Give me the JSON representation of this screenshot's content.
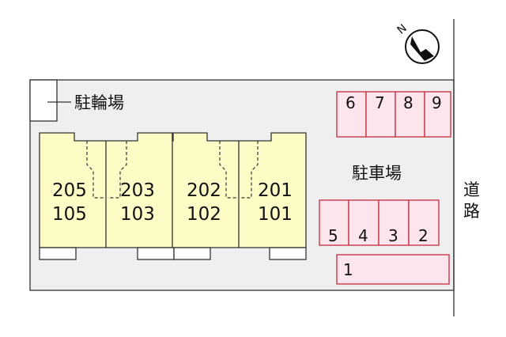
{
  "compass": {
    "north_label": "N"
  },
  "bicycle_parking": {
    "label": "駐輪場"
  },
  "car_parking": {
    "label": "駐車場"
  },
  "road": {
    "label_line1": "道",
    "label_line2": "路"
  },
  "units": [
    {
      "upper": "205",
      "lower": "105"
    },
    {
      "upper": "203",
      "lower": "103"
    },
    {
      "upper": "202",
      "lower": "102"
    },
    {
      "upper": "201",
      "lower": "101"
    }
  ],
  "parking_top": [
    "6",
    "7",
    "8",
    "9"
  ],
  "parking_bottom": [
    "5",
    "4",
    "3",
    "2"
  ],
  "parking_single": [
    "1"
  ],
  "colors": {
    "building_fill": "#fdfbc6",
    "stall_fill": "#fde5ee",
    "stall_stroke": "#c8384a",
    "site_fill": "#efefef",
    "line": "#333333"
  }
}
